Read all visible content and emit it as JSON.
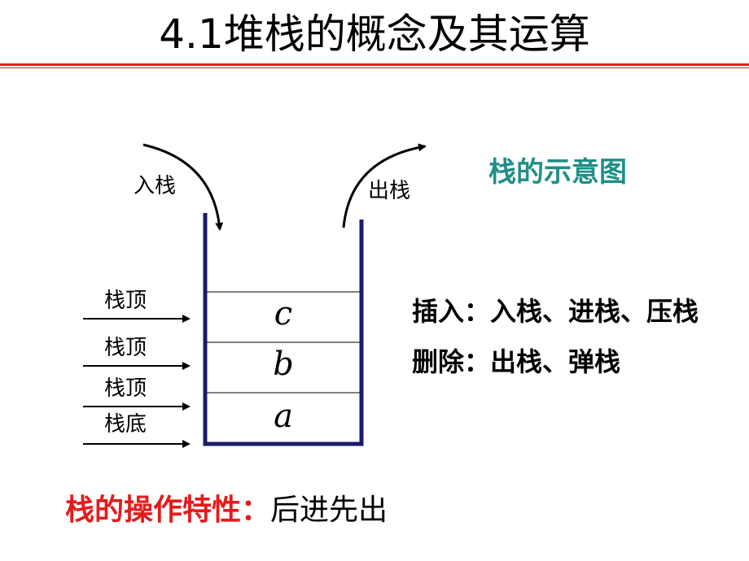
{
  "title": "4.1堆栈的概念及其运算",
  "diagram": {
    "push_label": "入栈",
    "pop_label": "出栈",
    "caption": "栈的示意图",
    "cells": [
      "c",
      "b",
      "a"
    ],
    "pointers": [
      "栈顶",
      "栈顶",
      "栈顶",
      "栈底"
    ]
  },
  "notes": {
    "insert": "插入：入栈、进栈、压栈",
    "delete": "删除：出栈、弹栈"
  },
  "property": {
    "label": "栈的操作特性：",
    "value": "后进先出"
  },
  "colors": {
    "accent_red": "#e41b1b",
    "caption_teal": "#1f8f88",
    "stack_navy": "#1b1b6b"
  }
}
